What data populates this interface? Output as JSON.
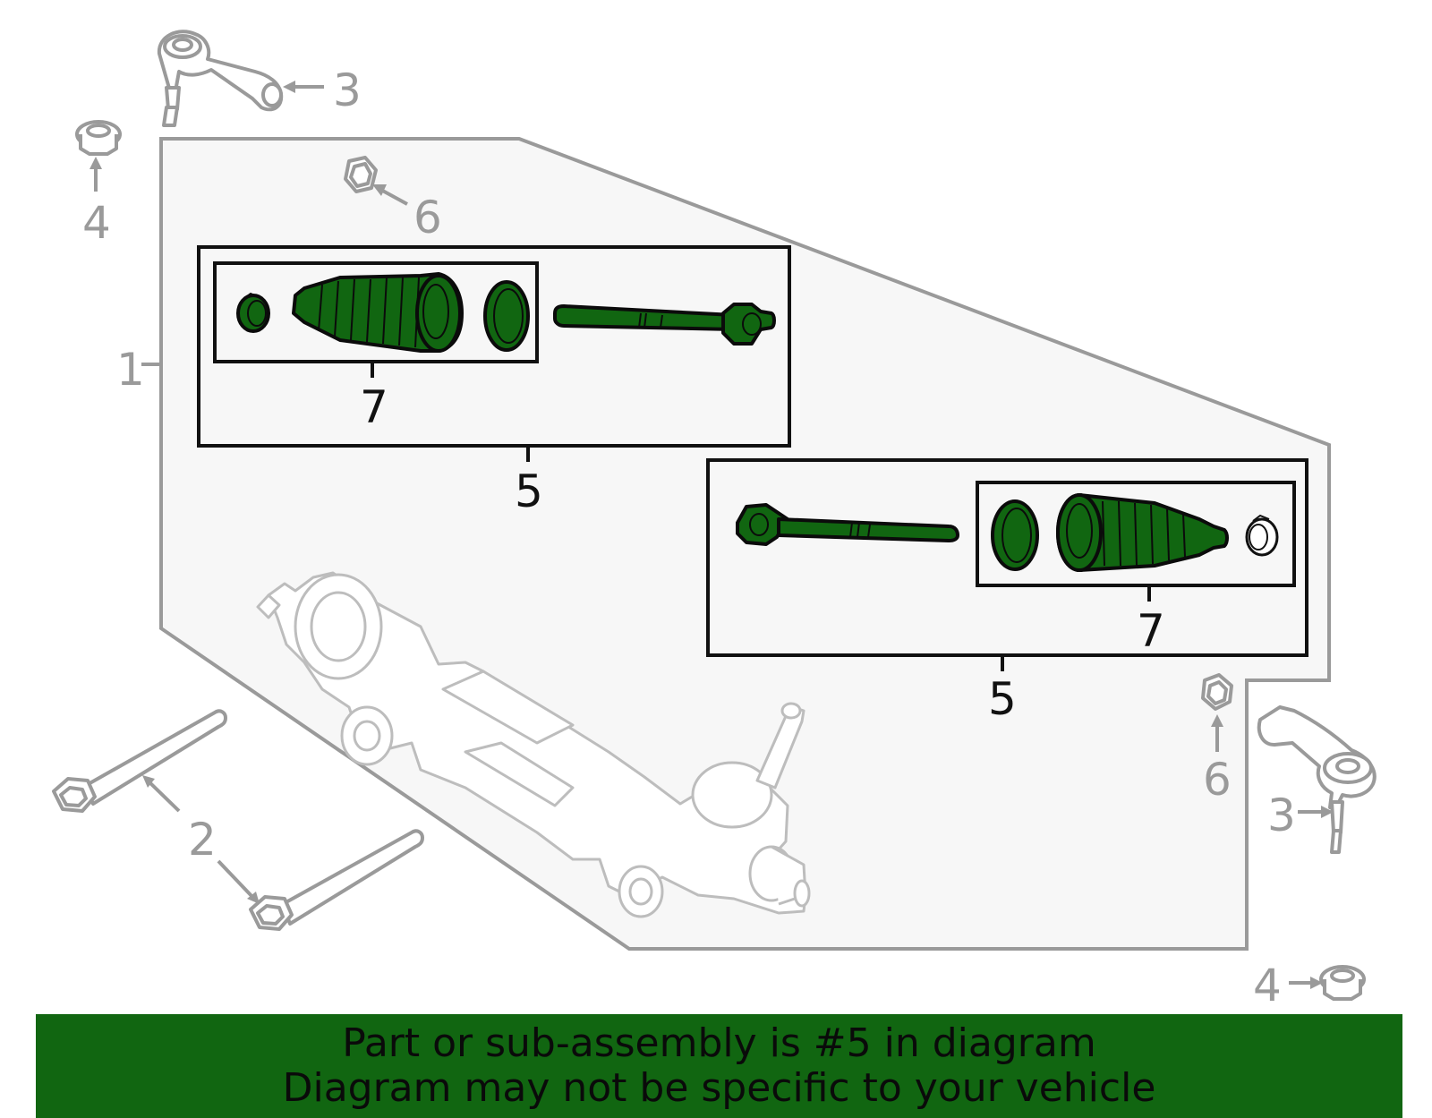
{
  "callouts": {
    "c1": "1",
    "c2": "2",
    "c3_top": "3",
    "c3_right": "3",
    "c4_top": "4",
    "c4_bottom": "4",
    "c5_upper": "5",
    "c5_lower": "5",
    "c6_top": "6",
    "c6_right": "6",
    "c7_upper": "7",
    "c7_lower": "7"
  },
  "colors": {
    "highlight": "#116611",
    "outline_grey": "#9a9a9a",
    "background_panel": "#f7f7f7"
  },
  "banner": {
    "line1": "Part or sub-assembly is #5 in diagram",
    "line2": "Diagram may not be specific to your vehicle"
  }
}
